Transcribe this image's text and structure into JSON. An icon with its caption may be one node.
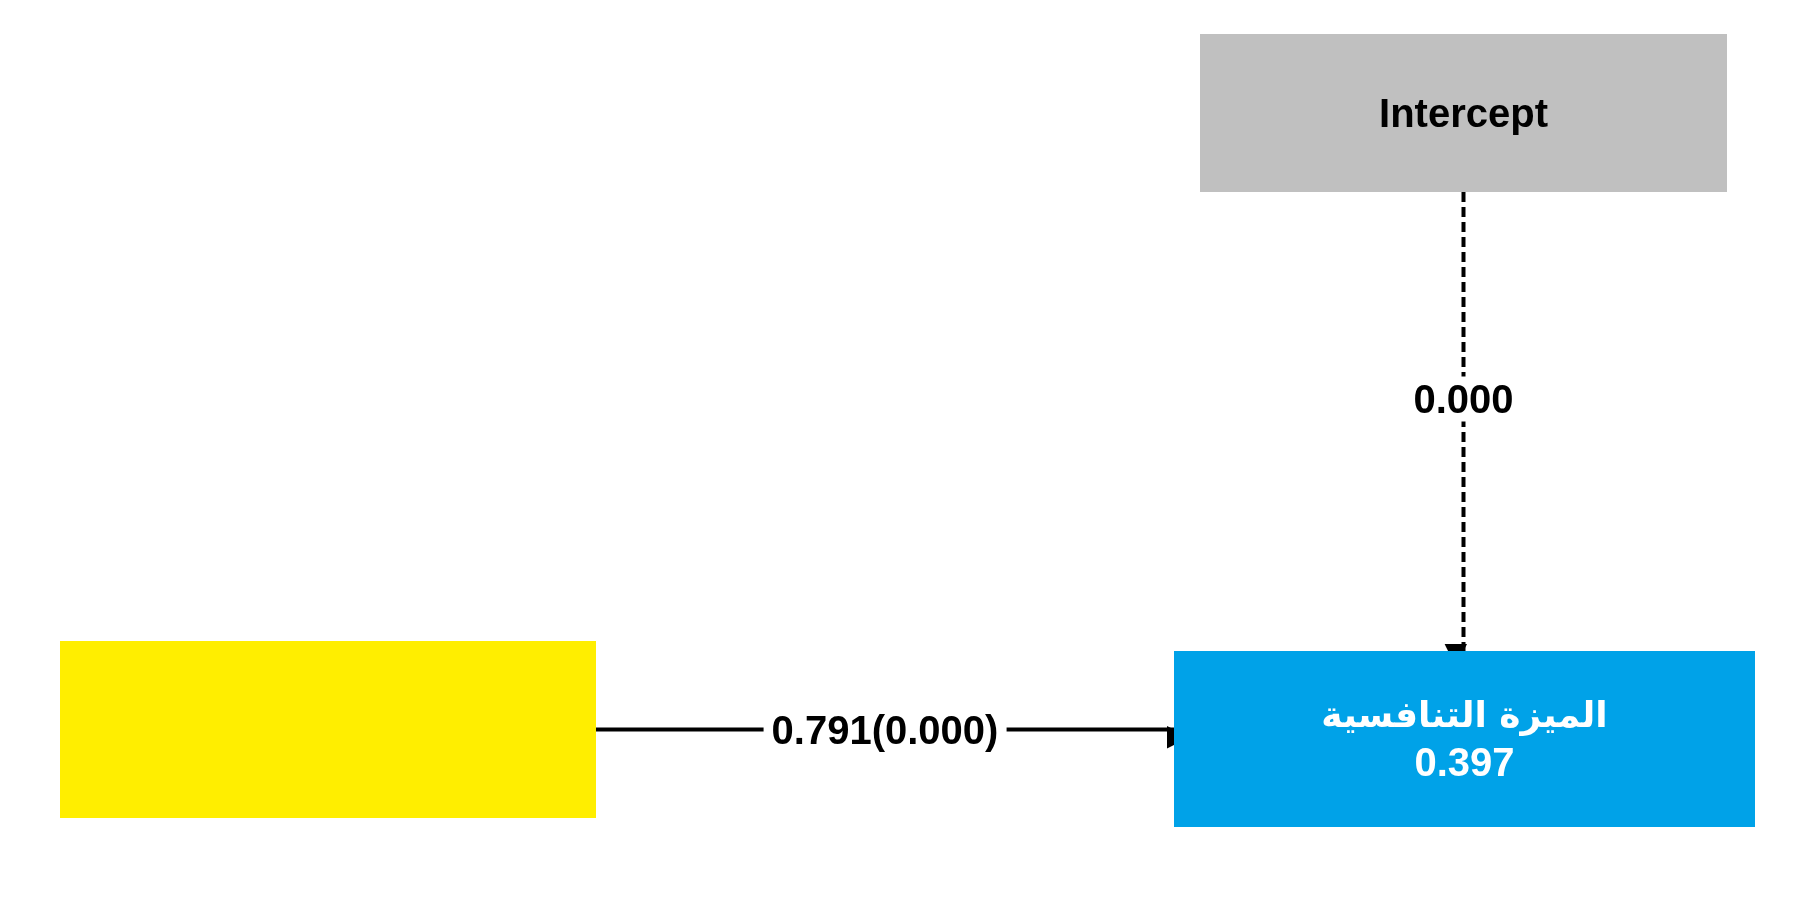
{
  "diagram": {
    "nodes": [
      {
        "text": [
          "Intercept"
        ]
      },
      {
        "text": [],
        "shape": "box"
      },
      {
        "text": [
          "الميزة التنافسية",
          "0.397"
        ]
      }
    ],
    "edges": [
      {
        "from": 0,
        "to": 2,
        "arrow": "to",
        "style": "dashed",
        "label": "0.000"
      },
      {
        "from": 1,
        "to": 2,
        "arrow": "to",
        "label": "0.791(0.000)"
      }
    ]
  }
}
